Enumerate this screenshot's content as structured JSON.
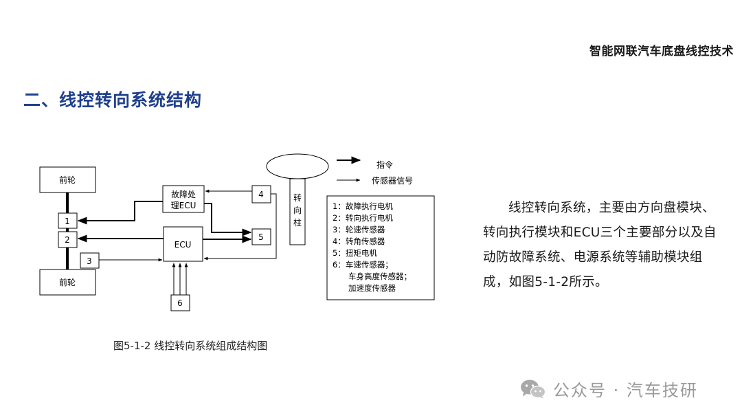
{
  "header": {
    "course_title": "智能网联汽车底盘线控技术",
    "section_title": "二、线控转向系统结构"
  },
  "diagram": {
    "front_wheel_top": "前轮",
    "front_wheel_bottom": "前轮",
    "fault_ecu_line1": "故障处",
    "fault_ecu_line2": "理ECU",
    "ecu": "ECU",
    "steering_column": [
      "转",
      "向",
      "柱"
    ],
    "num_1": "1",
    "num_2": "2",
    "num_3": "3",
    "num_4": "4",
    "num_5": "5",
    "num_6": "6",
    "key_command": "指令",
    "key_sensor_signal": "传感器信号",
    "legend_items": [
      "1：故障执行电机",
      "2：转向执行电机",
      "3：轮速传感器",
      "4：转角传感器",
      "5：扭矩电机",
      "6：车速传感器；",
      "车身高度传感器；",
      "加速度传感器"
    ]
  },
  "caption": "图5-1-2 线控转向系统组成结构图",
  "description": "线控转向系统，主要由方向盘模块、转向执行模块和ECU三个主要部分以及自动防故障系统、电源系统等辅助模块组成，如图5-1-2所示。",
  "watermark": {
    "icon": "wechat-icon",
    "text": "公众号 · 汽车技研"
  }
}
